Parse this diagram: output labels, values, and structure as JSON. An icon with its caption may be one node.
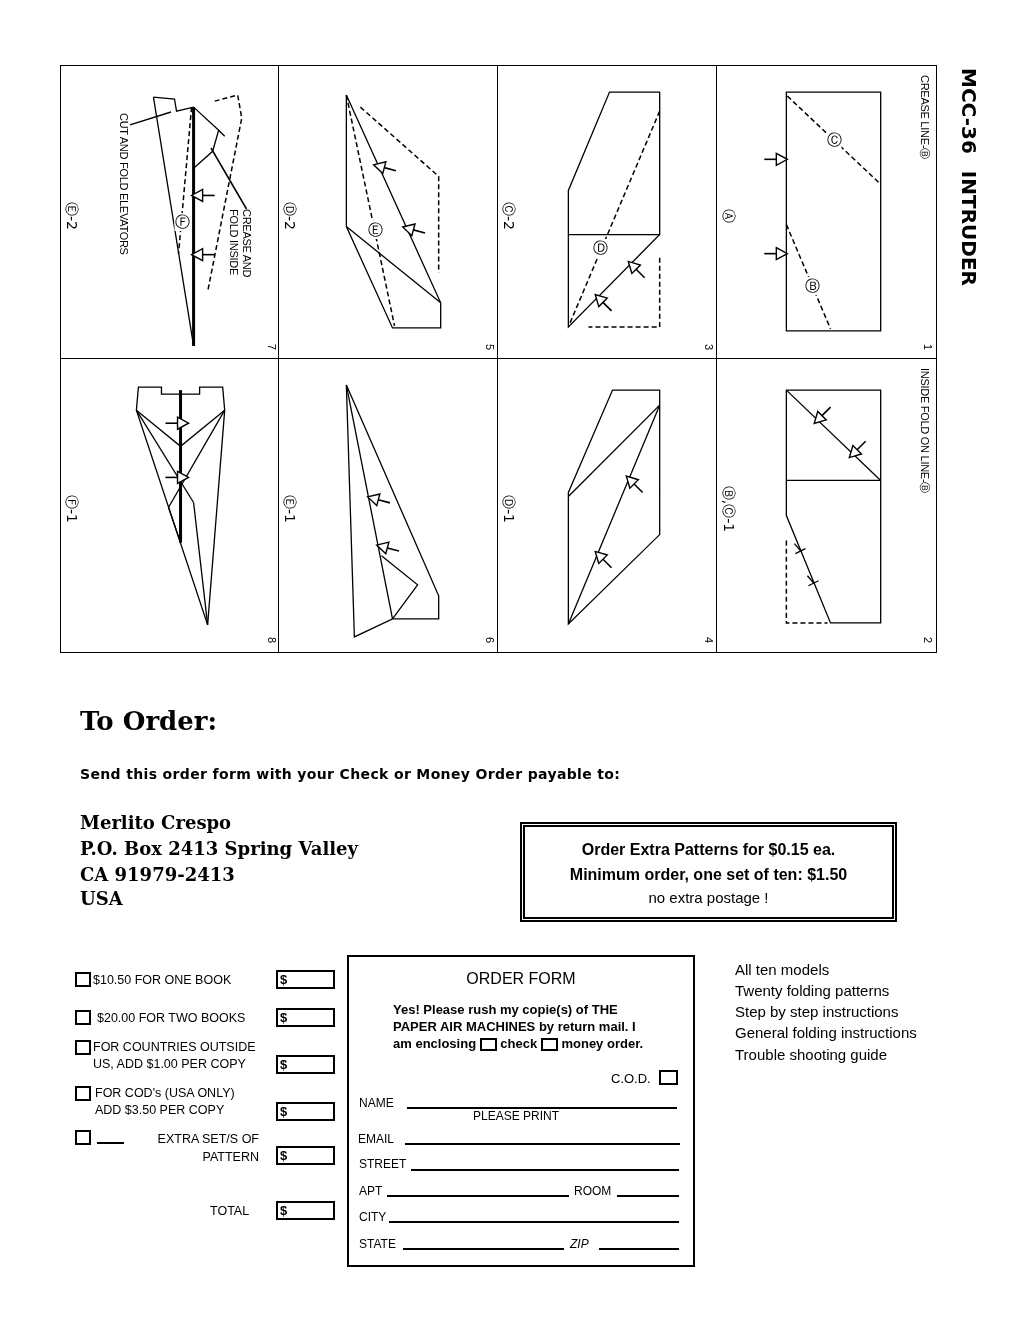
{
  "diagram": {
    "title": "MCC-36 INTRUDER",
    "nodes": [
      {
        "text": [
          "CREASE LINE-Ⓑ",
          "Ⓒ",
          "Ⓑ",
          "Ⓐ",
          "1"
        ]
      },
      {
        "text": [
          "INSIDE FOLD ON LINE-Ⓑ",
          "Ⓑ,Ⓒ-1",
          "2"
        ]
      },
      {
        "text": [
          "Ⓓ",
          "Ⓒ-2",
          "3"
        ]
      },
      {
        "text": [
          "Ⓓ-1",
          "4"
        ]
      },
      {
        "text": [
          "Ⓔ",
          "Ⓓ-2",
          "5"
        ]
      },
      {
        "text": [
          "Ⓔ-1",
          "6"
        ]
      },
      {
        "text": [
          "Ⓕ",
          "Ⓔ-2",
          "7"
        ]
      },
      {
        "text": [
          "Ⓕ-1",
          "8"
        ]
      },
      {
        "text": [
          "CREASE AND FOLD INSIDE"
        ],
        "in": 6
      },
      {
        "text": [
          "CUT AND FOLD ELEVATORS"
        ],
        "in": 6
      },
      {
        "text": [
          "Order Extra Patterns for $0.15 ea. Minimum order, one set of ten: $1.50",
          "no extra postage !"
        ]
      },
      {
        "text": [
          "ORDER FORM",
          "Yes! Please rush my copie(s) of THE PAPER AIR MACHINES by return mail. I am enclosing",
          "check",
          "money order.",
          "C.O.D.",
          "NAME",
          "PLEASE PRINT",
          "EMAIL",
          "STREET",
          "APT",
          "ROOM",
          "CITY",
          "STATE",
          "ZIP"
        ]
      }
    ],
    "edges": [
      {
        "from": 8,
        "to": null,
        "arrow": "none"
      },
      {
        "from": 9,
        "to": null,
        "arrow": "none"
      }
    ],
    "labels": [
      "To Order:",
      "Send this order form with your Check or Money Order payable to:",
      "Merlito Crespo",
      "P.O. Box 2413 Spring Valley",
      "CA 91979-2413",
      "USA",
      "$10.50 FOR ONE BOOK",
      "$",
      "$20.00 FOR TWO BOOKS",
      "$",
      "FOR COUNTRIES OUTSIDE US, ADD $1.00 PER COPY",
      "$",
      "FOR COD's (USA ONLY) ADD $3.50 PER COPY",
      "$",
      "EXTRA SET/S OF PATTERN",
      "$",
      "TOTAL",
      "$",
      "All ten models",
      "Twenty folding patterns",
      "Step by step instructions",
      "General folding instructions",
      "Trouble shooting guide"
    ]
  }
}
